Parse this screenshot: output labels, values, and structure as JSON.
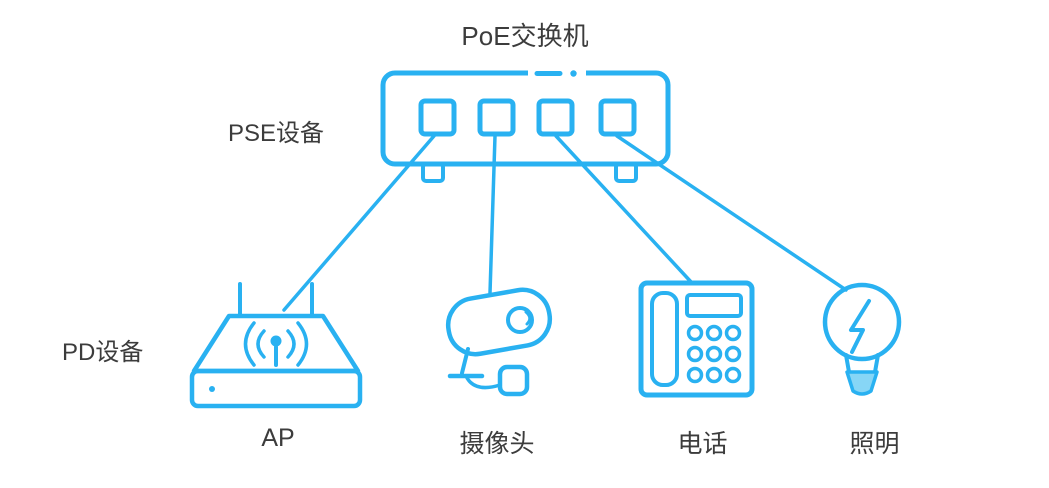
{
  "colors": {
    "accent": "#29b1f1",
    "accent_fill": "#87d6f6",
    "text": "#3c3c3c",
    "background": "#ffffff"
  },
  "diagram": {
    "title": "PoE交换机",
    "pse_label": "PSE设备",
    "pd_label": "PD设备",
    "switch": {
      "ports": 4
    },
    "devices": [
      {
        "id": "ap",
        "label": "AP"
      },
      {
        "id": "camera",
        "label": "摄像头"
      },
      {
        "id": "phone",
        "label": "电话"
      },
      {
        "id": "bulb",
        "label": "照明"
      }
    ],
    "connections": [
      {
        "from": "port-1",
        "to": "ap"
      },
      {
        "from": "port-2",
        "to": "camera"
      },
      {
        "from": "port-3",
        "to": "phone"
      },
      {
        "from": "port-4",
        "to": "bulb"
      }
    ]
  }
}
